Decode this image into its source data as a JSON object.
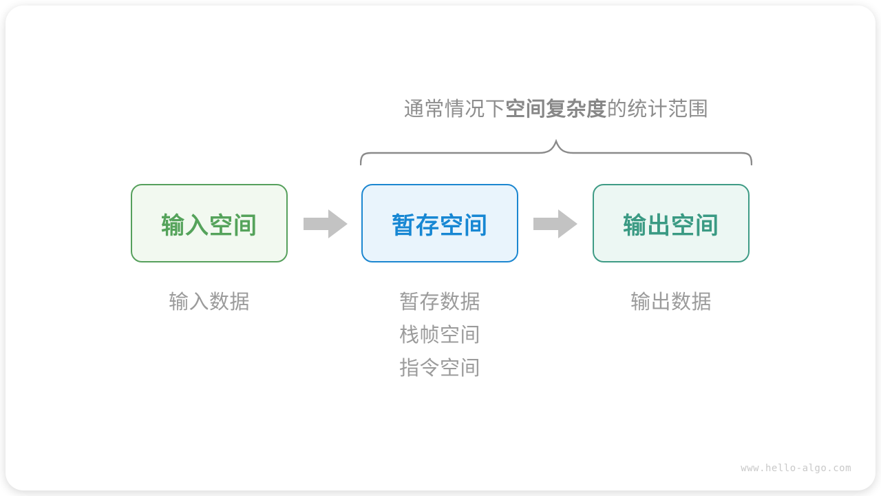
{
  "annotation": {
    "title_pre": "通常情况下",
    "title_bold": "空间复杂度",
    "title_post": "的统计范围",
    "color": "#8d8d8d",
    "brace_icon": "curly-brace-up",
    "brace_color": "#8a8a8a"
  },
  "boxes": [
    {
      "id": "input-space",
      "label": "输入空间",
      "border": "#56a05c",
      "fill": "#f2f9f0",
      "text": "#55a35b"
    },
    {
      "id": "temp-space",
      "label": "暂存空间",
      "border": "#1b86d0",
      "fill": "#e9f4fc",
      "text": "#1787d3"
    },
    {
      "id": "output-space",
      "label": "输出空间",
      "border": "#3e9b85",
      "fill": "#ecf7f3",
      "text": "#3a9a83"
    }
  ],
  "arrows": {
    "icon": "block-arrow-right",
    "color": "#c3c3c3"
  },
  "captions": {
    "input": "输入数据",
    "temp": [
      "暂存数据",
      "栈帧空间",
      "指令空间"
    ],
    "output": "输出数据",
    "color": "#9b9b9b"
  },
  "watermark": "www.hello-algo.com"
}
